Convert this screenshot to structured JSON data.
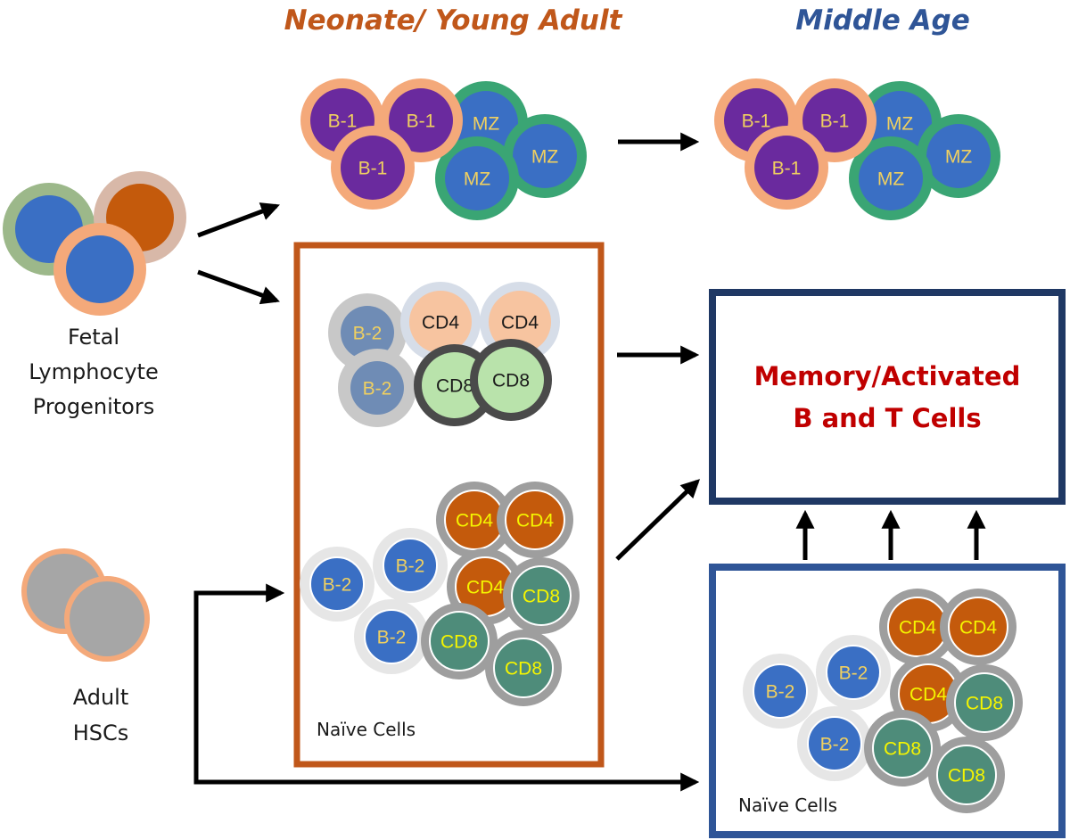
{
  "titles": {
    "young": "Neonate/ Young Adult",
    "middle": "Middle Age"
  },
  "colors": {
    "young_title": "#c0571a",
    "middle_title": "#2f5597",
    "young_box": "#c0571a",
    "memory_box": "#1f3864",
    "middle_box": "#2f5597",
    "memory_text": "#c00000",
    "arrow": "#000000"
  },
  "sources": {
    "fetal": [
      "Fetal",
      "Lymphocyte",
      "Progenitors"
    ],
    "adult": [
      "Adult",
      "HSCs"
    ]
  },
  "memory_box": {
    "lines": [
      "Memory/Activated",
      "B and T Cells"
    ]
  },
  "naive_label": "Naïve Cells",
  "cell_types": {
    "B1": {
      "label": "B-1",
      "outer": "#f4a97a",
      "inner": "#6a2a9e",
      "text": "#f0d060"
    },
    "MZ": {
      "label": "MZ",
      "outer": "#3aa574",
      "inner": "#3a6fc4",
      "text": "#f0d060"
    },
    "B2_faded": {
      "label": "B-2",
      "outer": "#c8c8c8",
      "inner": "#6f8cb5",
      "text": "#f0d060"
    },
    "CD4_faded": {
      "label": "CD4",
      "outer": "#d6dde8",
      "inner": "#f7c4a0",
      "text": "#1a1a1a"
    },
    "CD8_old": {
      "label": "CD8",
      "outer": "#4a4a4a",
      "inner": "#b9e3ab",
      "text": "#1a1a1a"
    },
    "B2": {
      "label": "B-2",
      "outer": "#e6e6e6",
      "inner": "#3a6fc4",
      "text": "#f0d060"
    },
    "CD4": {
      "label": "CD4",
      "outer": "#9e9e9e",
      "inner": "#c45a0c",
      "text": "#f5f500"
    },
    "CD8": {
      "label": "CD8",
      "outer": "#9e9e9e",
      "inner": "#4e8c7a",
      "text": "#f5f500"
    }
  },
  "groups": {
    "young_innate": [
      "B1",
      "B1",
      "B1",
      "MZ",
      "MZ",
      "MZ"
    ],
    "middle_innate": [
      "B1",
      "B1",
      "B1",
      "MZ",
      "MZ",
      "MZ"
    ],
    "young_fetal_derived": [
      "B2_faded",
      "B2_faded",
      "CD4_faded",
      "CD4_faded",
      "CD8_old",
      "CD8_old"
    ],
    "young_adult_derived": [
      "CD4",
      "CD4",
      "B2",
      "B2",
      "CD4",
      "CD8",
      "B2",
      "CD8",
      "CD8"
    ],
    "middle_adult_derived": [
      "CD4",
      "CD4",
      "B2",
      "B2",
      "CD4",
      "CD8",
      "B2",
      "CD8",
      "CD8"
    ]
  },
  "progenitor_cells": {
    "fetal": [
      {
        "outer": "#9cb88a",
        "inner": "#3a6fc4"
      },
      {
        "outer": "#d8b8a8",
        "inner": "#c45a0c"
      },
      {
        "outer": "#f4a97a",
        "inner": "#3a6fc4"
      }
    ],
    "adult": [
      {
        "outer": "#f4a97a",
        "inner": "#a6a6a6"
      },
      {
        "outer": "#f4a97a",
        "inner": "#a6a6a6"
      }
    ]
  }
}
